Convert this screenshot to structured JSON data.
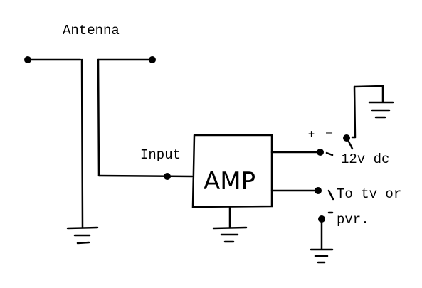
{
  "labels": {
    "antenna": "Antenna",
    "input": "Input",
    "amp": "AMP",
    "plus": "+",
    "minus": "–",
    "power": "12v dc",
    "output_line1": "To tv or",
    "output_line2": "pvr."
  },
  "colors": {
    "line": "#000000",
    "background": "#ffffff"
  }
}
